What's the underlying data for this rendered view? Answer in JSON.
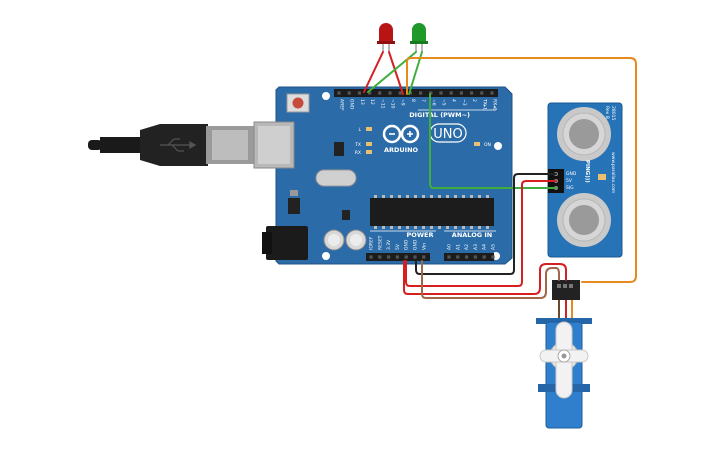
{
  "board": {
    "brand": "ARDUINO",
    "model": "UNO",
    "digital_header": "DIGITAL (PWM~)",
    "power_header": "POWER",
    "analog_header": "ANALOG IN",
    "led_l": "L",
    "led_tx": "TX",
    "led_rx": "RX",
    "led_on": "ON",
    "top_pins": [
      "AREF",
      "GND",
      "13",
      "12",
      "~11",
      "~10",
      "~9",
      "8",
      "7",
      "~6",
      "~5",
      "4",
      "~3",
      "2",
      "TX▸1",
      "RX◂0"
    ],
    "power_pins": [
      "IOREF",
      "RESET",
      "3.3V",
      "5V",
      "GND",
      "GND",
      "Vin"
    ],
    "analog_pins": [
      "A0",
      "A1",
      "A2",
      "A3",
      "A4",
      "A5"
    ]
  },
  "sensor": {
    "brand": "PING)))",
    "pin_gnd": "GND",
    "pin_5v": "5V",
    "pin_sig": "SIG",
    "maker": "www.parallax.com",
    "code": "28015",
    "rev": "Rev B"
  },
  "colors": {
    "board": "#2b6ba8",
    "led_red": "#b81414",
    "led_green": "#1f9a2a",
    "wire_red": "#d42020",
    "wire_green": "#3fae3f",
    "wire_orange": "#e68a1e",
    "wire_black": "#222222",
    "wire_brown": "#a0674a",
    "servo": "#2f7fcc",
    "sensor": "#2673b8"
  }
}
